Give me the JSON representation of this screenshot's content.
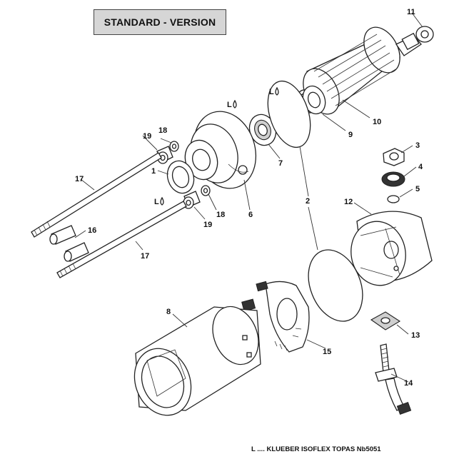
{
  "header": {
    "title": "STANDARD - VERSION"
  },
  "footnote": {
    "text": "L .... KLUEBER ISOFLEX TOPAS Nb5051"
  },
  "lube_marks": {
    "label": "L"
  },
  "part_labels": {
    "p1": "1",
    "p2": "2",
    "p3": "3",
    "p4": "4",
    "p5": "5",
    "p6": "6",
    "p7": "7",
    "p8": "8",
    "p9": "9",
    "p10": "10",
    "p11": "11",
    "p12": "12",
    "p13": "13",
    "p14": "14",
    "p15": "15",
    "p16": "16",
    "p17": "17",
    "p18": "18",
    "p19": "19"
  },
  "colors": {
    "line": "#222222",
    "title_bg": "#d6d6d6",
    "shade": "#cfcfcf"
  }
}
